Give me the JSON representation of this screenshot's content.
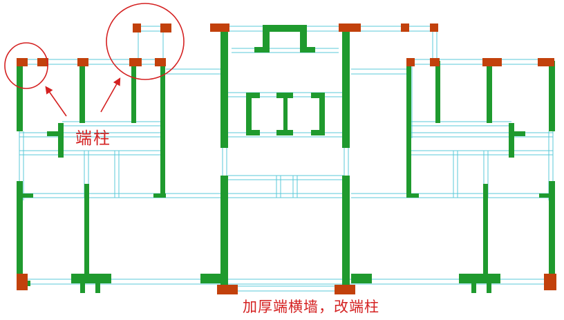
{
  "annotations": {
    "end_column_label": "端柱",
    "bottom_note": "加厚端横墙，改端柱"
  },
  "colors": {
    "wall": "#1f9a2e",
    "wall_dark": "#137a1e",
    "column": "#c2410c",
    "beam_line": "#59c8d8",
    "annotation": "#d42020"
  },
  "legend_semantics": {
    "green": "shear-wall",
    "red_brown": "end-column",
    "cyan": "beam-outline"
  }
}
